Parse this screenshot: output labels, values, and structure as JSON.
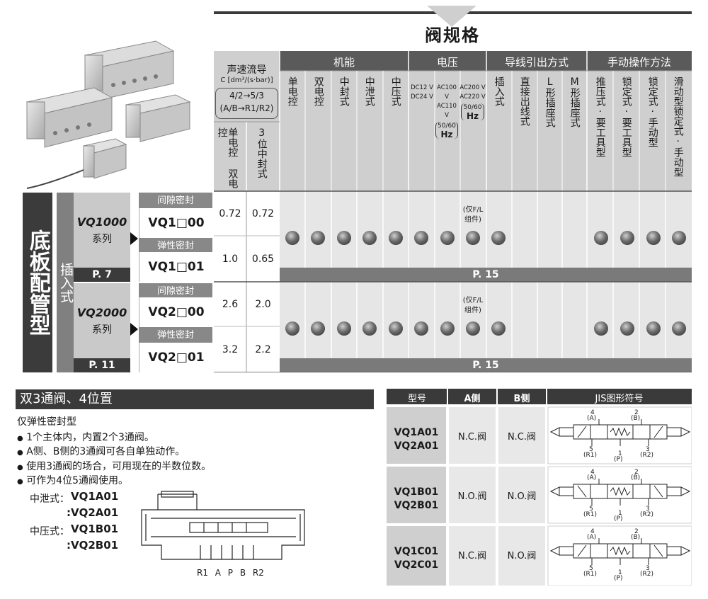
{
  "title": "阀规格",
  "spec": {
    "hdr_flow": "声速流导",
    "hdr_flow_unit": "C [dm³/(s·bar)]",
    "hdr_flow_ports1": "4/2→5/3",
    "hdr_flow_ports2": "(A/B→R1/R2)",
    "sub_single_dual": "单电控 双电控",
    "sub_three": "3位中封式",
    "grp_function": "机能",
    "grp_voltage": "电压",
    "grp_lead": "导线引出方式",
    "grp_manual": "手动操作方法",
    "col_single": "单电控",
    "col_double": "双电控",
    "col_closed": "中封式",
    "col_exhaust": "中泄式",
    "col_pressure": "中压式",
    "volt_dc_1": "DC12 V",
    "volt_dc_2": "DC24 V",
    "volt_ac1_1": "AC100 V",
    "volt_ac1_2": "AC110 V",
    "volt_ac2_1": "AC200 V",
    "volt_ac2_2": "AC220 V",
    "volt_freq": "50/60",
    "volt_hz": "Hz",
    "col_plugin": "插入式",
    "col_grommet": "直接出线式",
    "col_l": "L形插座式",
    "col_m": "M形插座式",
    "col_push_tool": "推压式·要工具型",
    "col_lock_tool": "锁定式·要工具型",
    "col_lock_manual": "锁定式·手动型",
    "col_slide": "滑动型锁定式·手动型",
    "left_band": "底板配管型",
    "insert_band": "插入式",
    "note_fl": "(仅F/L组件)",
    "page_15": "P. 15",
    "series": [
      {
        "name": "VQ1000",
        "sub": "系列",
        "page": "P. 7",
        "rows": [
          {
            "seal": "间隙密封",
            "model": "VQ1□00",
            "flow": "0.72",
            "flow3": "0.72"
          },
          {
            "seal": "弹性密封",
            "model": "VQ1□01",
            "flow": "1.0",
            "flow3": "0.65"
          }
        ]
      },
      {
        "name": "VQ2000",
        "sub": "系列",
        "page": "P. 11",
        "rows": [
          {
            "seal": "间隙密封",
            "model": "VQ2□00",
            "flow": "2.6",
            "flow3": "2.0"
          },
          {
            "seal": "弹性密封",
            "model": "VQ2□01",
            "flow": "3.2",
            "flow3": "2.2"
          }
        ]
      }
    ]
  },
  "section2": {
    "title": "双3通阀、4位置",
    "subtitle": "仅弹性密封型",
    "bullets": [
      "1个主体内，内置2个3通阀。",
      "A侧、B侧的3通阀可各自单独动作。",
      "使用3通阀的场合，可用现在的半数位数。",
      "可作为4位5通阀使用。"
    ],
    "ex_label1": "中泄式：",
    "ex_label2": "中压式：",
    "ex_models": [
      "VQ1A01",
      ":VQ2A01",
      "VQ1B01",
      ":VQ2B01"
    ],
    "port_labels": "R1  A  P  B  R2"
  },
  "jis": {
    "headers": [
      "型号",
      "A侧",
      "B侧",
      "JIS图形符号"
    ],
    "rows": [
      {
        "m1": "VQ1A01",
        "m2": "VQ2A01",
        "a": "N.C.阀",
        "b": "N.C.阀"
      },
      {
        "m1": "VQ1B01",
        "m2": "VQ2B01",
        "a": "N.O.阀",
        "b": "N.O.阀"
      },
      {
        "m1": "VQ1C01",
        "m2": "VQ2C01",
        "a": "N.C.阀",
        "b": "N.O.阀"
      }
    ],
    "sym": {
      "p4": "4",
      "pa": "(A)",
      "p2": "2",
      "pb": "(B)",
      "p5": "5",
      "pr1": "(R1)",
      "p1": "1",
      "pp": "(P)",
      "p3": "3",
      "pr2": "(R2)"
    }
  }
}
